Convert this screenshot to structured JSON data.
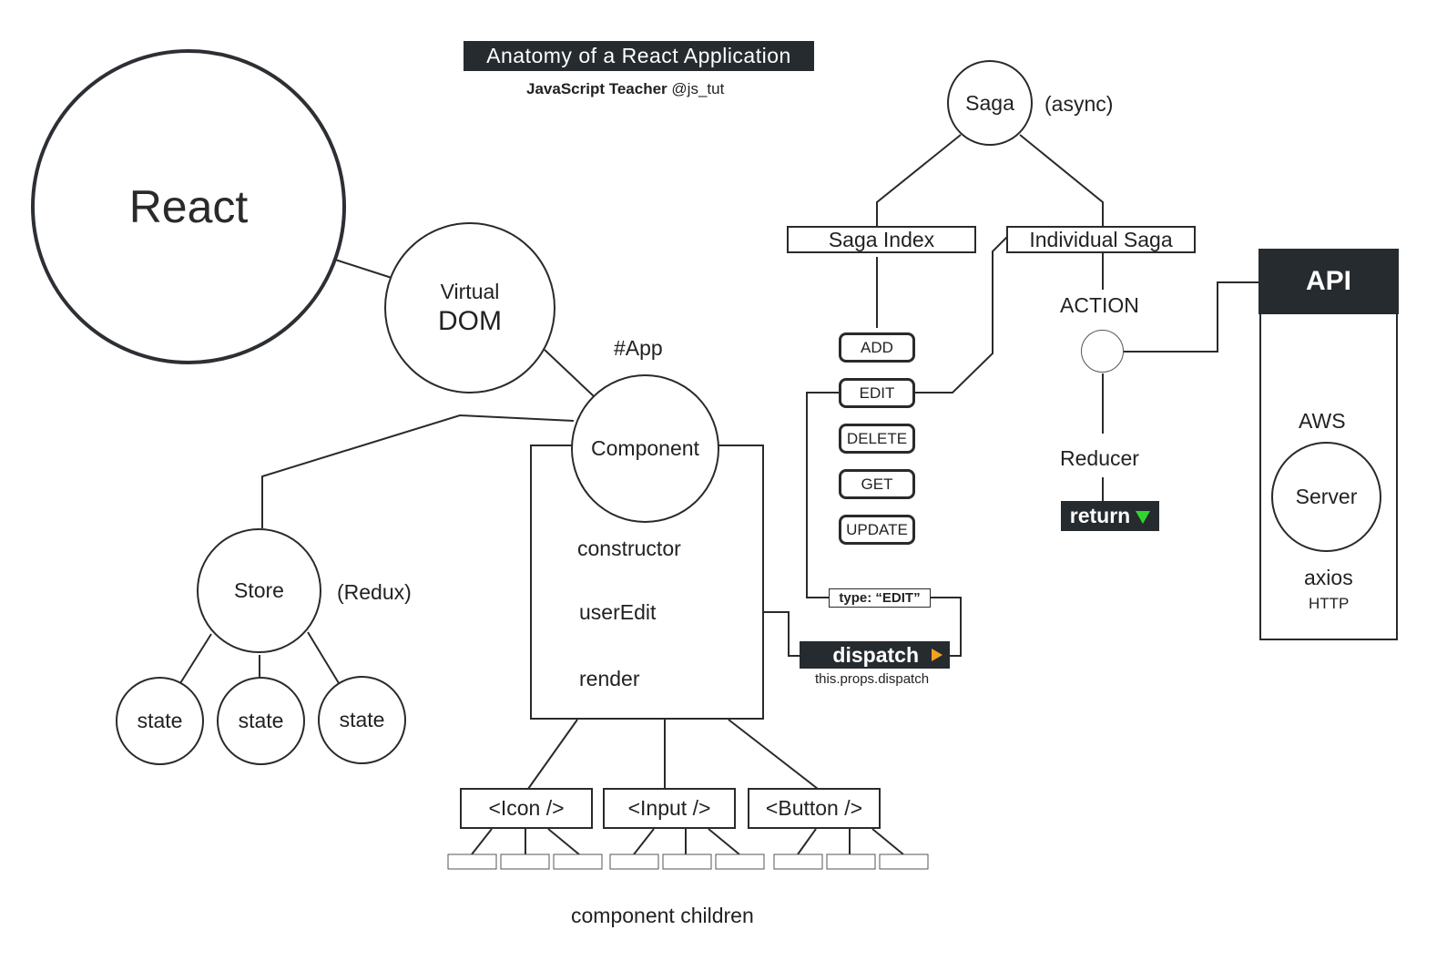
{
  "title": "Anatomy of a React Application",
  "author": {
    "name": "JavaScript Teacher",
    "handle": "@js_tut"
  },
  "left": {
    "react": "React",
    "virtual_dom": {
      "line1": "Virtual",
      "line2": "DOM"
    },
    "app_label": "#App",
    "component": "Component",
    "methods": [
      "constructor",
      "userEdit",
      "render"
    ],
    "store": "Store",
    "redux": "(Redux)",
    "states": [
      "state",
      "state",
      "state"
    ],
    "children": [
      "<Icon />",
      "<Input />",
      "<Button />"
    ],
    "children_caption": "component children"
  },
  "middle": {
    "saga": "Saga",
    "async": "(async)",
    "saga_index": "Saga Index",
    "individual_saga": "Individual Saga",
    "actions": [
      "ADD",
      "EDIT",
      "DELETE",
      "GET",
      "UPDATE"
    ],
    "type_label": "type: “EDIT”",
    "dispatch": "dispatch",
    "dispatch_caption": "this.props.dispatch",
    "action_label": "ACTION",
    "reducer": "Reducer",
    "return": "return"
  },
  "right": {
    "api": "API",
    "aws": "AWS",
    "server": "Server",
    "axios": "axios",
    "http": "HTTP"
  },
  "colors": {
    "dark": "#262b2f",
    "arrow_orange": "#f5a31a",
    "arrow_green": "#2fd62f"
  }
}
